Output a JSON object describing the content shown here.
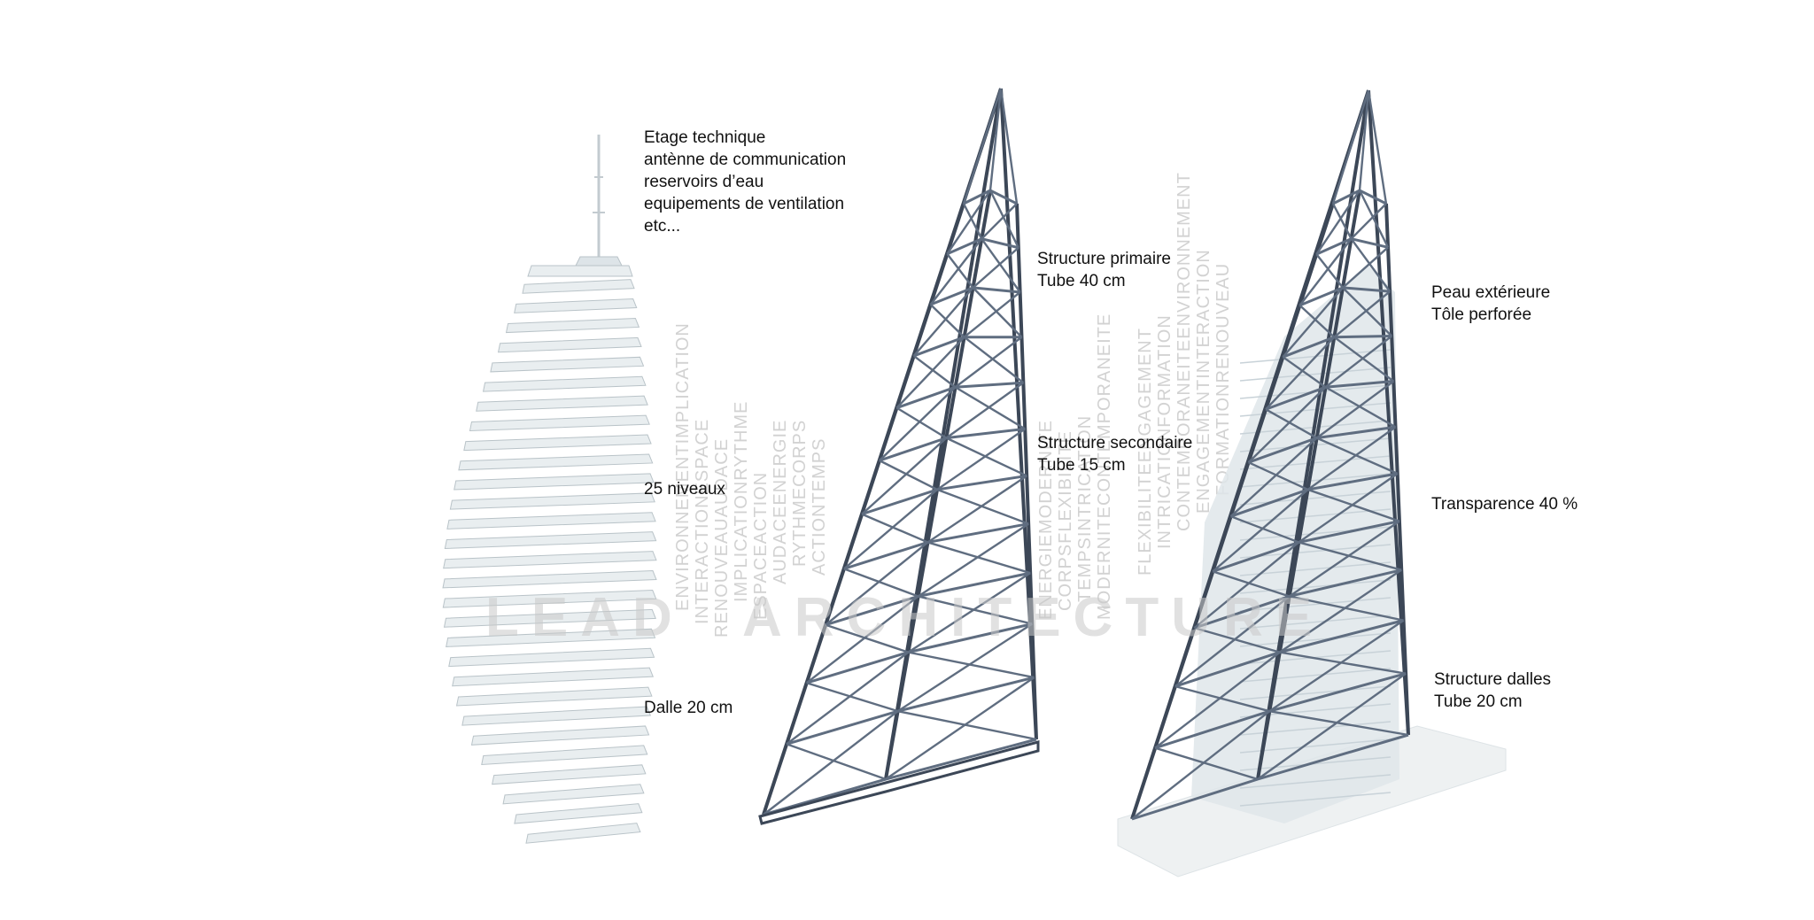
{
  "watermark": {
    "word1": "LEAD",
    "word2": "ARCHITECTURE"
  },
  "background_words": [
    "ENVIRONNEMENT",
    "INTERACTION",
    "RENOUVEAU",
    "IMPLICATION",
    "ESPACE",
    "AUDACE",
    "RYTHME",
    "ACTION",
    "ENERGIE",
    "CORPS",
    "TEMPS",
    "MODERNITE",
    "FLEXIBILITE",
    "INTRICATION",
    "CONTEMPORANEITE",
    "ENGAGEMENT",
    "FORMATION"
  ],
  "labels": {
    "tech": "Etage technique\nantènne de communication\nreservoirs d’eau\nequipements de ventilation\netc...",
    "levels": "25 niveaux",
    "slab": "Dalle 20 cm",
    "primary": "Structure primaire\nTube 40 cm",
    "secondary": "Structure secondaire\nTube 15 cm",
    "skin": "Peau extérieure\nTôle perforée",
    "transparency": "Transparence 40 %",
    "slab_structure": "Structure dalles\nTube 20 cm"
  },
  "colors": {
    "steel": "#5f6d80",
    "steel_dark": "#3c4757",
    "slab": "#e9eef0",
    "slab_edge": "#b9c3c8",
    "glass": "#dfe6ea",
    "watermark": "#c9c9c9"
  }
}
